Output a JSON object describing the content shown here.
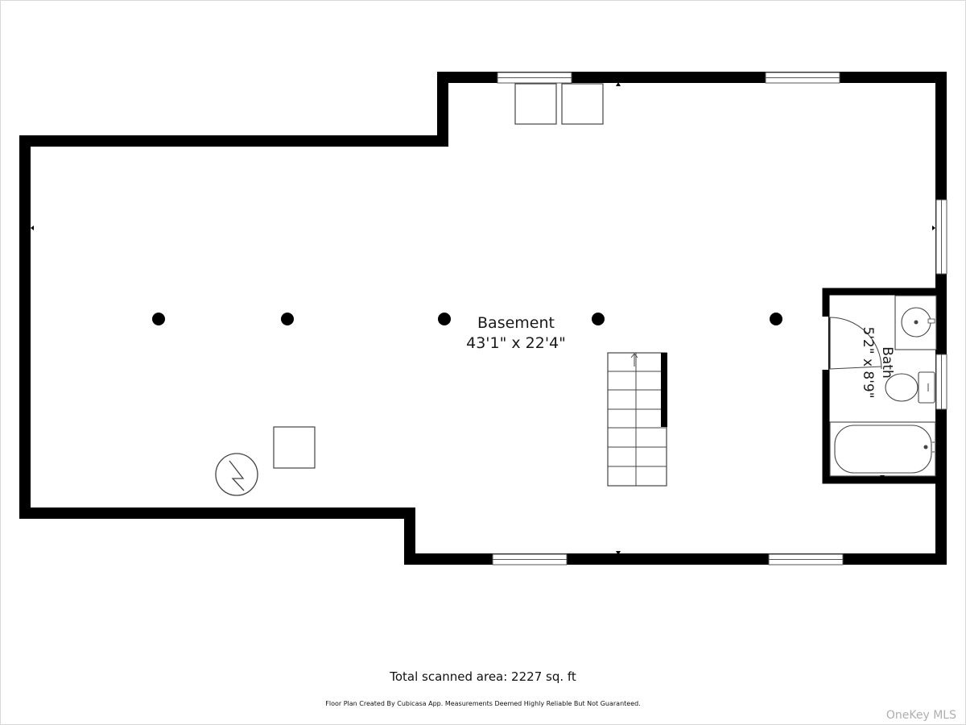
{
  "rooms": {
    "basement": {
      "name": "Basement",
      "dimensions": "43'1\" x 22'4\""
    },
    "bath": {
      "name": "Bath",
      "dimensions": "5'2\" x 8'9\""
    }
  },
  "footer": {
    "total_area": "Total scanned area: 2227 sq. ft",
    "disclaimer": "Floor Plan Created By Cubicasa App. Measurements Deemed Highly Reliable But Not Guaranteed."
  },
  "watermark": "OneKey MLS",
  "colors": {
    "wall": "#000000",
    "background": "#ffffff",
    "fixture_line": "#444444"
  }
}
